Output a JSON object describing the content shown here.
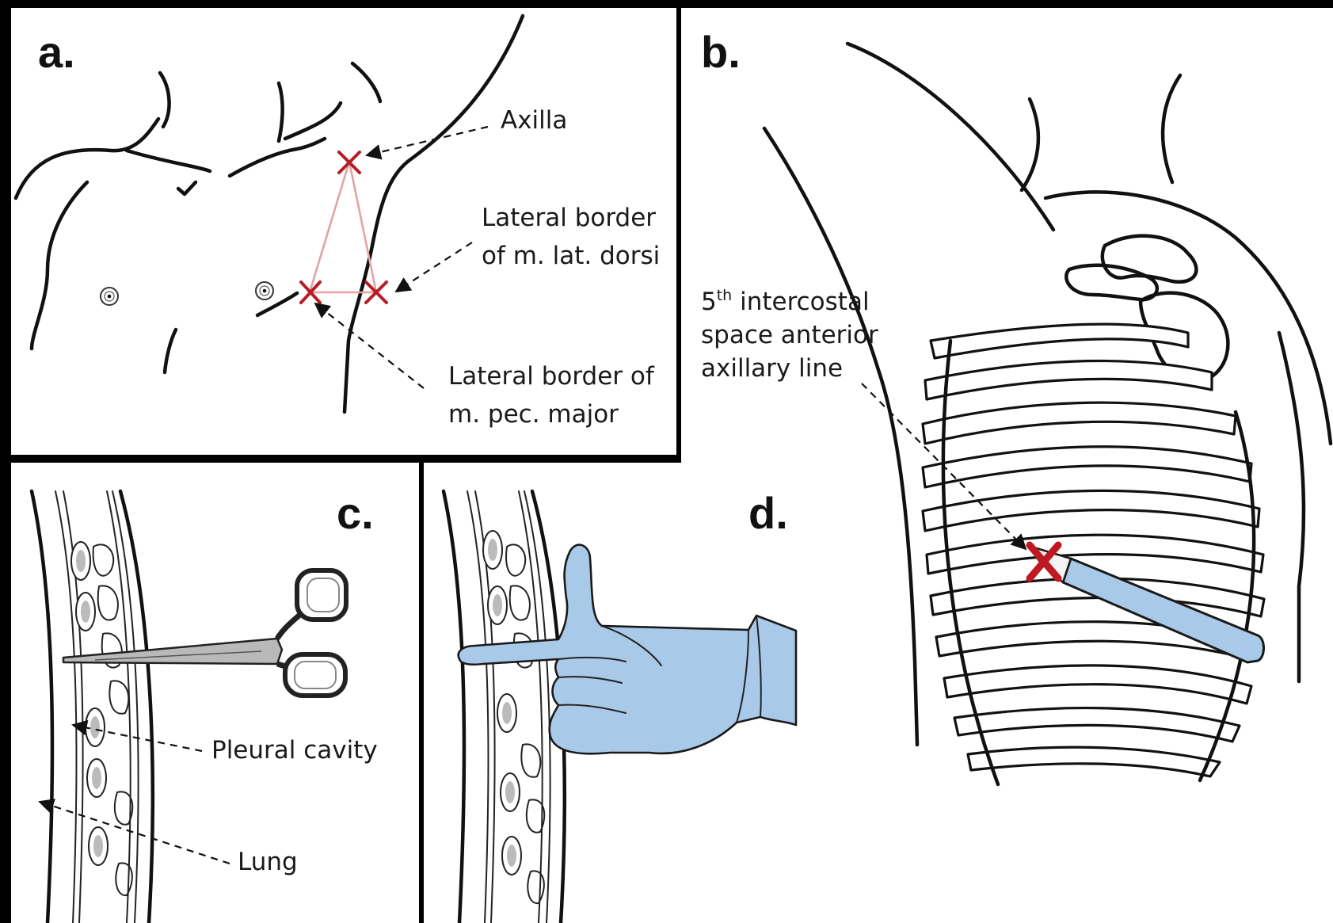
{
  "panels": {
    "a": {
      "letter": "a.",
      "labels": {
        "axilla": "Axilla",
        "lat_dorsi_line1": "Lateral border",
        "lat_dorsi_line2": "of m. lat. dorsi",
        "pec_major_line1": "Lateral border of",
        "pec_major_line2": "m. pec. major"
      }
    },
    "b": {
      "letter": "b.",
      "labels": {
        "line1_num": "5",
        "line1_sup": "th",
        "line1_rest": " intercostal",
        "line2": "space anterior",
        "line3": "axillary line"
      }
    },
    "c": {
      "letter": "c.",
      "labels": {
        "pleural": "Pleural cavity",
        "lung": "Lung"
      }
    },
    "d": {
      "letter": "d."
    }
  },
  "colors": {
    "background": "#000000",
    "panel": "#ffffff",
    "marker_red": "#c01820",
    "triangle_pink": "#e3a3a3",
    "glove_blue": "#a9c9e8",
    "scalpel_blue": "#a9c9e8"
  },
  "icons": [
    "cross-marker-icon",
    "arrow-icon",
    "scalpel-icon",
    "forceps-icon",
    "gloved-hand-icon"
  ]
}
